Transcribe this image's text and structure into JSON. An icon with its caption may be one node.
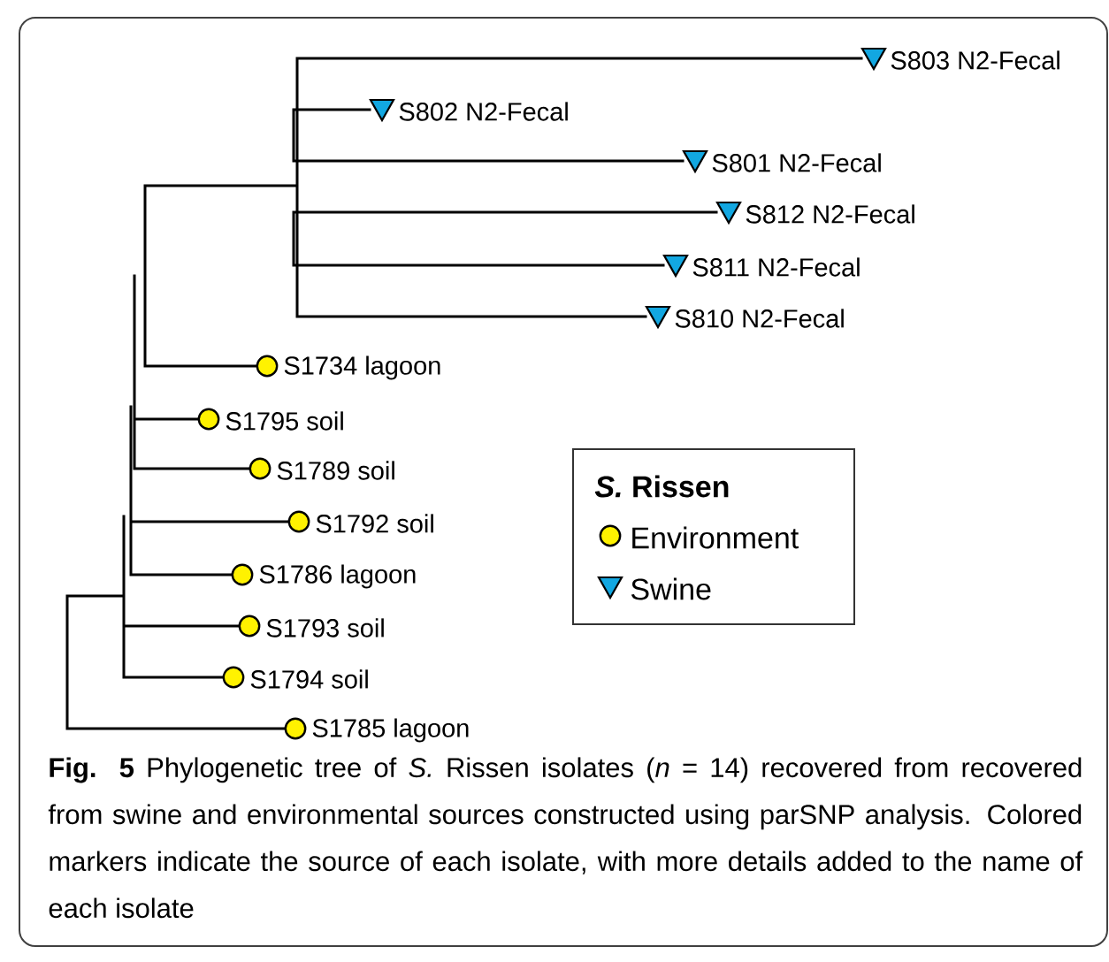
{
  "diagram": {
    "caption": "**Fig. 5** Phylogenetic tree of *S.* Rissen isolates (*n* = 14) recovered from recovered from swine and environmental sources constructed using parSNP analysis. Colored markers indicate the source of each isolate, with more details added to the name of each isolate",
    "labels": [
      "S803 N2-Fecal",
      "S802 N2-Fecal",
      "S801 N2-Fecal",
      "S812 N2-Fecal",
      "S811 N2-Fecal",
      "S810 N2-Fecal",
      "S1734 lagoon",
      "S1795 soil",
      "S1789 soil",
      "S1792 soil",
      "S1786 lagoon",
      "S1793 soil",
      "S1794 soil",
      "S1785 lagoon",
      "*S.* Rissen"
    ],
    "legend": [
      {
        "text": "Environment"
      },
      {
        "text": "Swine"
      }
    ]
  }
}
